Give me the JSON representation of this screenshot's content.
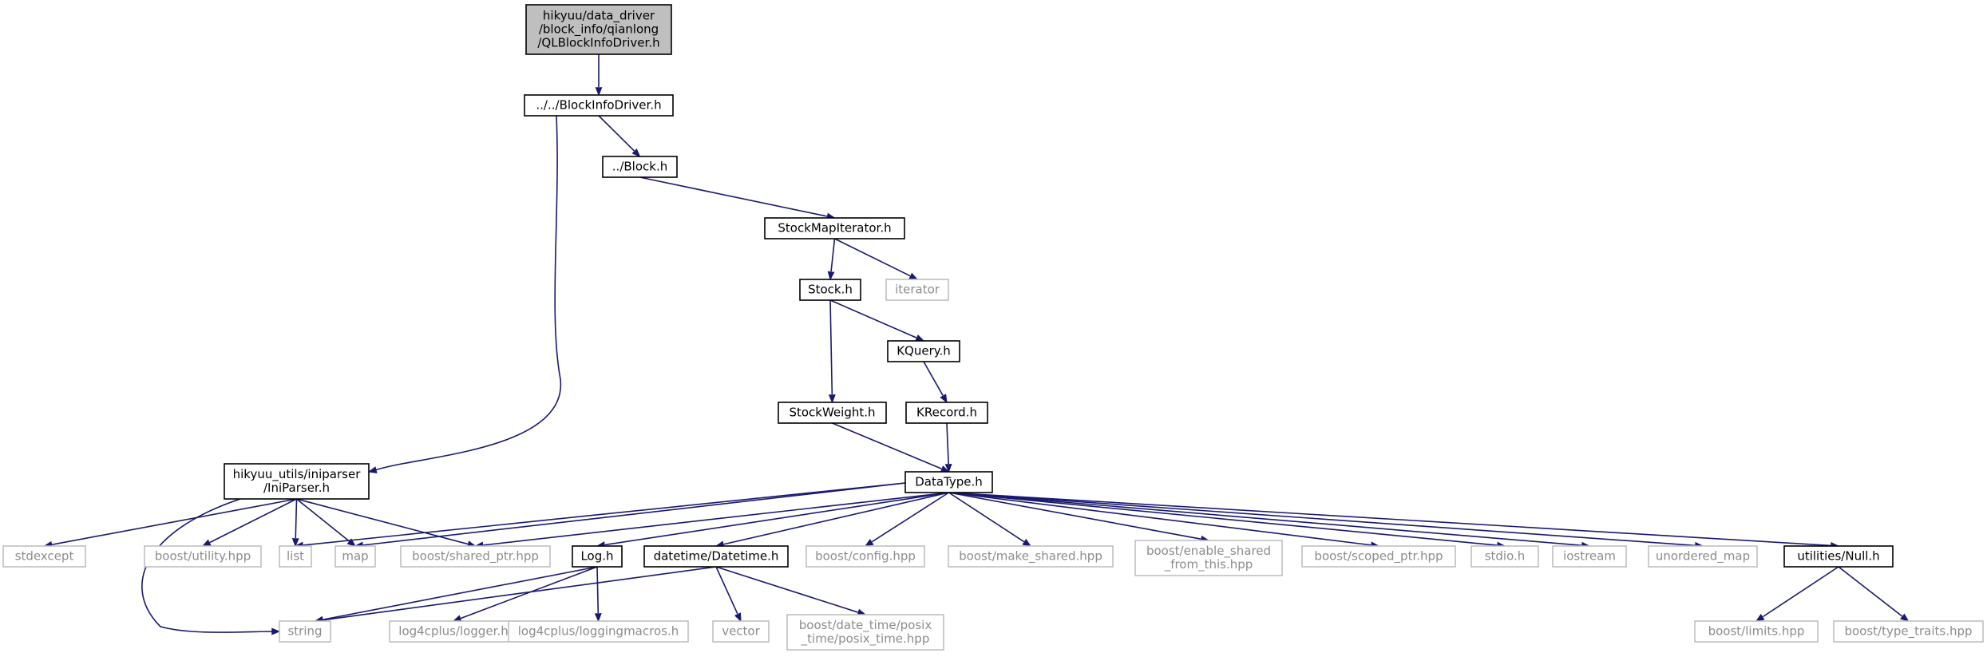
{
  "diagram": {
    "kind": "include-dependency-graph",
    "nodes": [
      {
        "id": "ql",
        "lines": [
          "hikyuu/data_driver",
          "/block_info/qianlong",
          "/QLBlockInfoDriver.h"
        ],
        "style": "root"
      },
      {
        "id": "bid",
        "lines": [
          "../../BlockInfoDriver.h"
        ],
        "style": "internal"
      },
      {
        "id": "block",
        "lines": [
          "../Block.h"
        ],
        "style": "internal"
      },
      {
        "id": "smi",
        "lines": [
          "StockMapIterator.h"
        ],
        "style": "internal"
      },
      {
        "id": "iterator",
        "lines": [
          "iterator"
        ],
        "style": "external"
      },
      {
        "id": "stock",
        "lines": [
          "Stock.h"
        ],
        "style": "internal"
      },
      {
        "id": "kquery",
        "lines": [
          "KQuery.h"
        ],
        "style": "internal"
      },
      {
        "id": "kweight",
        "lines": [
          "StockWeight.h"
        ],
        "style": "internal"
      },
      {
        "id": "krecord",
        "lines": [
          "KRecord.h"
        ],
        "style": "internal"
      },
      {
        "id": "ini",
        "lines": [
          "hikyuu_utils/iniparser",
          "/IniParser.h"
        ],
        "style": "internal"
      },
      {
        "id": "dtype",
        "lines": [
          "DataType.h"
        ],
        "style": "internal"
      },
      {
        "id": "stdexcept",
        "lines": [
          "stdexcept"
        ],
        "style": "external"
      },
      {
        "id": "butil",
        "lines": [
          "boost/utility.hpp"
        ],
        "style": "external"
      },
      {
        "id": "list",
        "lines": [
          "list"
        ],
        "style": "external"
      },
      {
        "id": "map",
        "lines": [
          "map"
        ],
        "style": "external"
      },
      {
        "id": "bshared",
        "lines": [
          "boost/shared_ptr.hpp"
        ],
        "style": "external"
      },
      {
        "id": "log",
        "lines": [
          "Log.h"
        ],
        "style": "internal"
      },
      {
        "id": "datetime",
        "lines": [
          "datetime/Datetime.h"
        ],
        "style": "internal"
      },
      {
        "id": "bconfig",
        "lines": [
          "boost/config.hpp"
        ],
        "style": "external"
      },
      {
        "id": "bmake",
        "lines": [
          "boost/make_shared.hpp"
        ],
        "style": "external"
      },
      {
        "id": "benable",
        "lines": [
          "boost/enable_shared",
          "_from_this.hpp"
        ],
        "style": "external"
      },
      {
        "id": "bscoped",
        "lines": [
          "boost/scoped_ptr.hpp"
        ],
        "style": "external"
      },
      {
        "id": "stdio",
        "lines": [
          "stdio.h"
        ],
        "style": "external"
      },
      {
        "id": "iostream",
        "lines": [
          "iostream"
        ],
        "style": "external"
      },
      {
        "id": "umap",
        "lines": [
          "unordered_map"
        ],
        "style": "external"
      },
      {
        "id": "null",
        "lines": [
          "utilities/Null.h"
        ],
        "style": "internal"
      },
      {
        "id": "string",
        "lines": [
          "string"
        ],
        "style": "external"
      },
      {
        "id": "l4logger",
        "lines": [
          "log4cplus/logger.h"
        ],
        "style": "external"
      },
      {
        "id": "l4macros",
        "lines": [
          "log4cplus/loggingmacros.h"
        ],
        "style": "external"
      },
      {
        "id": "vector",
        "lines": [
          "vector"
        ],
        "style": "external"
      },
      {
        "id": "posix",
        "lines": [
          "boost/date_time/posix",
          "_time/posix_time.hpp"
        ],
        "style": "external"
      },
      {
        "id": "blimits",
        "lines": [
          "boost/limits.hpp"
        ],
        "style": "external"
      },
      {
        "id": "btraits",
        "lines": [
          "boost/type_traits.hpp"
        ],
        "style": "external"
      }
    ],
    "edges": [
      [
        "ql",
        "bid"
      ],
      [
        "bid",
        "block"
      ],
      [
        "bid",
        "ini"
      ],
      [
        "block",
        "smi"
      ],
      [
        "smi",
        "stock"
      ],
      [
        "smi",
        "iterator"
      ],
      [
        "stock",
        "kweight"
      ],
      [
        "stock",
        "kquery"
      ],
      [
        "kquery",
        "krecord"
      ],
      [
        "kweight",
        "dtype"
      ],
      [
        "krecord",
        "dtype"
      ],
      [
        "ini",
        "stdexcept"
      ],
      [
        "ini",
        "butil"
      ],
      [
        "ini",
        "list"
      ],
      [
        "ini",
        "map"
      ],
      [
        "ini",
        "bshared"
      ],
      [
        "ini",
        "string"
      ],
      [
        "dtype",
        "list"
      ],
      [
        "dtype",
        "map"
      ],
      [
        "dtype",
        "bshared"
      ],
      [
        "dtype",
        "log"
      ],
      [
        "dtype",
        "datetime"
      ],
      [
        "dtype",
        "bconfig"
      ],
      [
        "dtype",
        "bmake"
      ],
      [
        "dtype",
        "benable"
      ],
      [
        "dtype",
        "bscoped"
      ],
      [
        "dtype",
        "stdio"
      ],
      [
        "dtype",
        "iostream"
      ],
      [
        "dtype",
        "umap"
      ],
      [
        "dtype",
        "null"
      ],
      [
        "log",
        "string"
      ],
      [
        "log",
        "l4logger"
      ],
      [
        "log",
        "l4macros"
      ],
      [
        "datetime",
        "string"
      ],
      [
        "datetime",
        "vector"
      ],
      [
        "datetime",
        "posix"
      ],
      [
        "null",
        "blimits"
      ],
      [
        "null",
        "btraits"
      ]
    ]
  }
}
